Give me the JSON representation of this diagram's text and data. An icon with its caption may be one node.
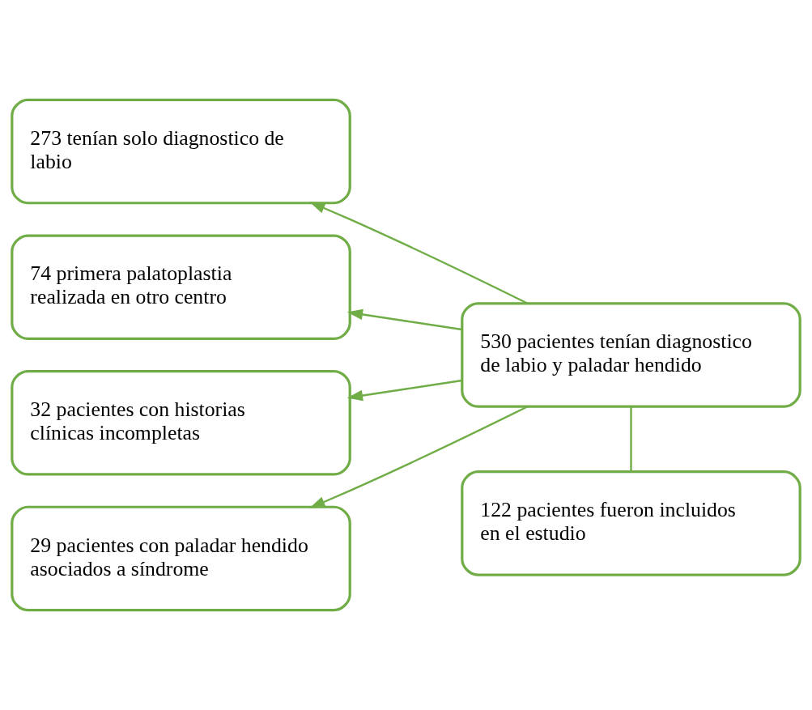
{
  "diagram": {
    "nodes": [
      {
        "text": [
          "530 pacientes tenían diagnostico de labio y paladar hendido"
        ]
      },
      {
        "text": [
          "273 tenían solo diagnostico de labio"
        ]
      },
      {
        "text": [
          "74 primera palatoplastia realizada en otro centro"
        ]
      },
      {
        "text": [
          "32 pacientes con historias clínicas incompletas"
        ]
      },
      {
        "text": [
          "29 pacientes con paladar hendido asociados a síndrome"
        ]
      },
      {
        "text": [
          "122 pacientes fueron incluidos en el estudio"
        ]
      }
    ],
    "edges": [
      {
        "from": 0,
        "to": 1,
        "arrow": "to"
      },
      {
        "from": 0,
        "to": 2,
        "arrow": "to"
      },
      {
        "from": 0,
        "to": 3,
        "arrow": "to"
      },
      {
        "from": 0,
        "to": 4,
        "arrow": "to"
      },
      {
        "from": 0,
        "to": 5,
        "arrow": "none"
      }
    ]
  }
}
